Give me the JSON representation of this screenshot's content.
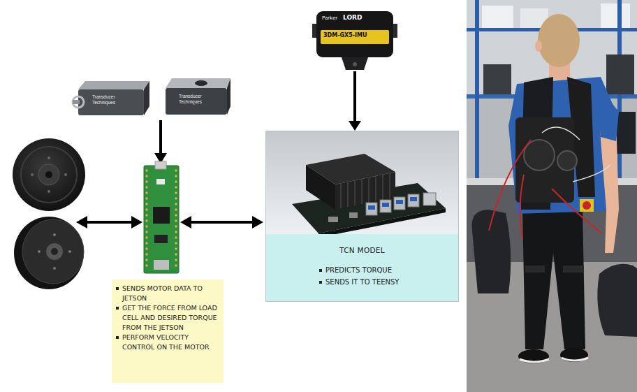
{
  "diagram": {
    "nodes": [
      {
        "text": [
          "Parker",
          "LORD",
          "3DM-GX5-IMU"
        ]
      },
      {
        "text": [
          "TCN MODEL",
          "PREDICTS TORQUE",
          "SENDS IT TO TEENSY"
        ]
      },
      {
        "text": [
          "SENDS MOTOR DATA TO JETSON",
          "GET THE FORCE FROM LOAD CELL AND DESIRED TORQUE FROM THE JETSON",
          "PERFORM VELOCITY CONTROL ON THE MOTOR"
        ]
      }
    ],
    "edges": [
      {
        "from": 0,
        "to": 1,
        "arrow": "to"
      }
    ],
    "labels": [
      "Transducer Techniques",
      "Transducer Techniques"
    ]
  }
}
